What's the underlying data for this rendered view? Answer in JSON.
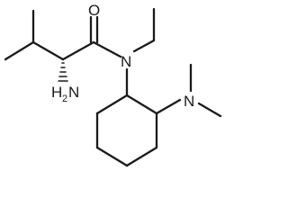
{
  "molecule": {
    "atoms": {
      "carbonyl_oxygen": "O",
      "amide_nitrogen": "N",
      "amine_nitrogen": "N",
      "alpha_amine": {
        "symbol": "H",
        "subscript": "2",
        "suffix": "N"
      }
    },
    "colors": {
      "bond": "#1a1a1a",
      "label": "#1a1a1a",
      "background": "#ffffff"
    }
  }
}
